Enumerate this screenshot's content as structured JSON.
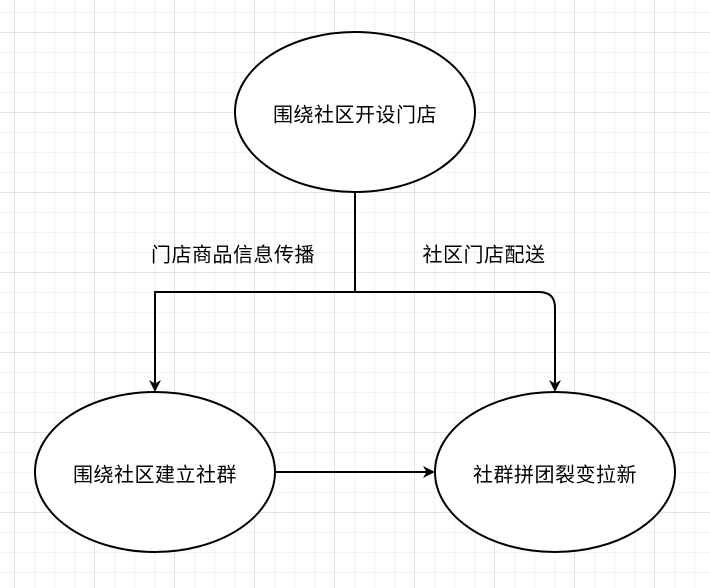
{
  "diagram": {
    "type": "flowchart",
    "colors": {
      "stroke": "#000000",
      "fill": "#ffffff",
      "grid_major": "#e2e2e2",
      "grid_minor": "#f2f2f2"
    },
    "nodes": [
      {
        "id": "open-store",
        "shape": "ellipse",
        "label": "围绕社区开设门店"
      },
      {
        "id": "build-community",
        "shape": "ellipse",
        "label": "围绕社区建立社群"
      },
      {
        "id": "group-buy",
        "shape": "ellipse",
        "label": "社群拼团裂变拉新"
      }
    ],
    "edges": [
      {
        "from": "open-store",
        "to": "build-community",
        "label": "门店商品信息传播"
      },
      {
        "from": "open-store",
        "to": "group-buy",
        "label": "社区门店配送"
      },
      {
        "from": "build-community",
        "to": "group-buy",
        "label": ""
      }
    ]
  }
}
